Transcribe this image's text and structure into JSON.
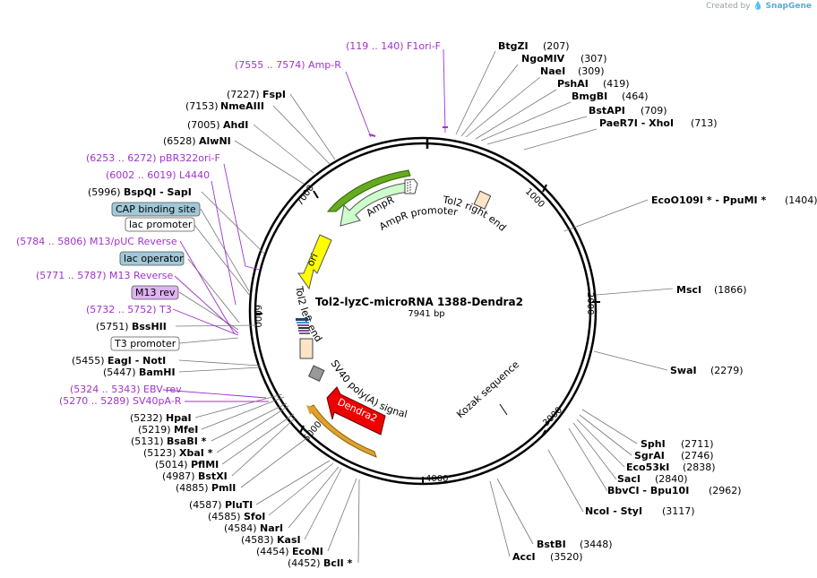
{
  "brand": {
    "created_by": "Created by",
    "app": "SnapGene"
  },
  "plasmid": {
    "name": "Tol2-lyzC-microRNA 1388-Dendra2",
    "size": "7941 bp"
  },
  "ticks": [
    "1000",
    "2000",
    "3000",
    "4000",
    "5000",
    "6000",
    "7000"
  ],
  "features": {
    "ampr": "AmpR",
    "ampr_promoter": "AmpR promoter",
    "tol2_right": "Tol2 right end",
    "ori": "ori",
    "tol2_left": "Tol2 left end",
    "sv40": "SV40 poly(A) signal",
    "dendra2": "Dendra2",
    "kozak": "Kozak sequence"
  },
  "right_sites": [
    {
      "name": "BtgZI",
      "pos": "(207)"
    },
    {
      "name": "NgoMIV",
      "pos": "(307)"
    },
    {
      "name": "NaeI",
      "pos": "(309)"
    },
    {
      "name": "PshAI",
      "pos": "(419)"
    },
    {
      "name": "BmgBI",
      "pos": "(464)"
    },
    {
      "name": "BstAPI",
      "pos": "(709)"
    },
    {
      "name": "PaeR7I  - XhoI",
      "pos": "(713)"
    },
    {
      "name": "EcoO109I *  - PpuMI *",
      "pos": "(1404)"
    },
    {
      "name": "MscI",
      "pos": "(1866)"
    },
    {
      "name": "SwaI",
      "pos": "(2279)"
    },
    {
      "name": "SphI",
      "pos": "(2711)"
    },
    {
      "name": "SgrAI",
      "pos": "(2746)"
    },
    {
      "name": "Eco53kI",
      "pos": "(2838)"
    },
    {
      "name": "SacI",
      "pos": "(2840)"
    },
    {
      "name": "BbvCI  - Bpu10I",
      "pos": "(2962)"
    },
    {
      "name": "NcoI  - StyI",
      "pos": "(3117)"
    },
    {
      "name": "BstBI",
      "pos": "(3448)"
    },
    {
      "name": "AccI",
      "pos": "(3520)"
    }
  ],
  "left_sites": [
    {
      "pos": "(7227)",
      "name": "FspI"
    },
    {
      "pos": "(7153)",
      "name": "NmeAIII"
    },
    {
      "pos": "(7005)",
      "name": "AhdI"
    },
    {
      "pos": "(6528)",
      "name": "AlwNI"
    },
    {
      "pos": "(5996)",
      "name": "BspQI  - SapI"
    },
    {
      "pos": "(5751)",
      "name": "BssHII"
    },
    {
      "pos": "(5455)",
      "name": "EagI  - NotI"
    },
    {
      "pos": "(5447)",
      "name": "BamHI"
    },
    {
      "pos": "(5232)",
      "name": "HpaI"
    },
    {
      "pos": "(5219)",
      "name": "MfeI"
    },
    {
      "pos": "(5131)",
      "name": "BsaBI *"
    },
    {
      "pos": "(5123)",
      "name": "XbaI *"
    },
    {
      "pos": "(5014)",
      "name": "PflMI"
    },
    {
      "pos": "(4987)",
      "name": "BstXI"
    },
    {
      "pos": "(4885)",
      "name": "PmlI"
    },
    {
      "pos": "(4587)",
      "name": "PluTI"
    },
    {
      "pos": "(4585)",
      "name": "SfoI"
    },
    {
      "pos": "(4584)",
      "name": "NarI"
    },
    {
      "pos": "(4583)",
      "name": "KasI"
    },
    {
      "pos": "(4454)",
      "name": "EcoNI"
    },
    {
      "pos": "(4452)",
      "name": "BclI *"
    }
  ],
  "primers": [
    "(119 .. 140)  F1ori-F",
    "(7555 .. 7574)  Amp-R",
    "(6253 .. 6272)  pBR322ori-F",
    "(6002 .. 6019)  L4440",
    "(5784 .. 5806)  M13/pUC Reverse",
    "(5771 .. 5787)  M13 Reverse",
    "(5732 .. 5752)  T3",
    "(5324 .. 5343)  EBV-rev",
    "(5270 .. 5289)  SV40pA-R"
  ],
  "boxes": {
    "cap": "CAP binding site",
    "lac_promoter": "lac promoter",
    "lac_operator": "lac operator",
    "m13rev": "M13 rev",
    "t3_promoter": "T3 promoter"
  },
  "colors": {
    "primer": "#a033cc",
    "ampr": "#ccffcc",
    "ampr_promoter": "#ffffff",
    "ori": "#ffff00",
    "dendra2": "#ee0000",
    "tol2": "#fde3c8",
    "sv40": "#999999",
    "cap": "#a0c8d8",
    "m13rev": "#ddb3f0"
  }
}
